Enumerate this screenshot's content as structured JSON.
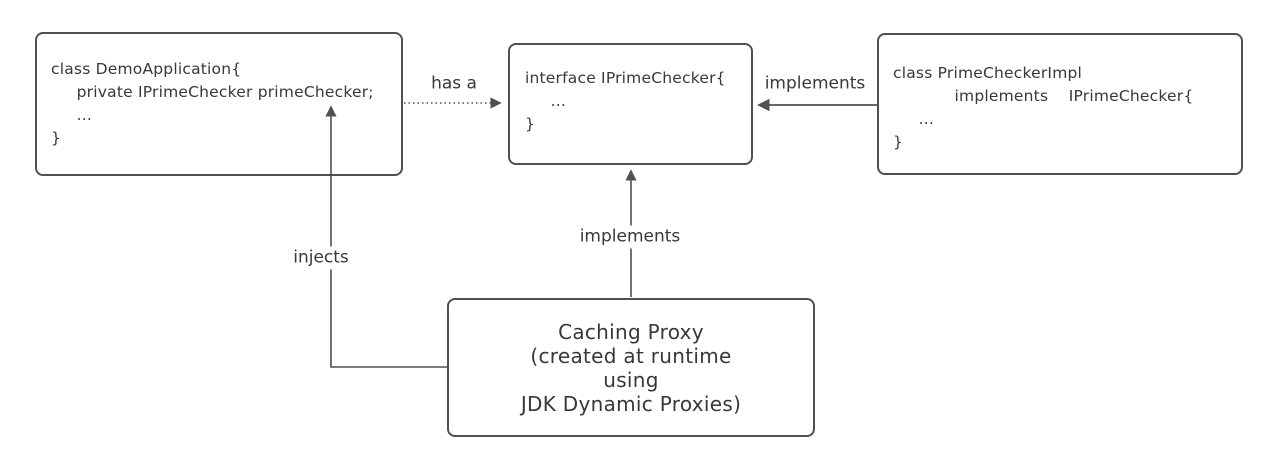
{
  "diagram": {
    "colors": {
      "background": "#ffffff",
      "stroke": "#505050",
      "text": "#383838"
    },
    "boxes": {
      "demo_application": {
        "lines": [
          "class DemoApplication{",
          "     private IPrimeChecker primeChecker;",
          "     ...",
          "}"
        ]
      },
      "iprimechecker": {
        "lines": [
          "interface IPrimeChecker{",
          "     ...",
          "}"
        ]
      },
      "primecheckerimpl": {
        "lines": [
          "class PrimeCheckerImpl",
          "            implements    IPrimeChecker{",
          "     ...",
          "}"
        ]
      },
      "caching_proxy": {
        "lines": [
          "Caching Proxy",
          "(created at runtime",
          "using",
          "JDK Dynamic Proxies)"
        ]
      }
    },
    "labels": {
      "has_a": "has a",
      "implements_right": "implements",
      "implements_up": "implements",
      "injects": "injects"
    }
  }
}
